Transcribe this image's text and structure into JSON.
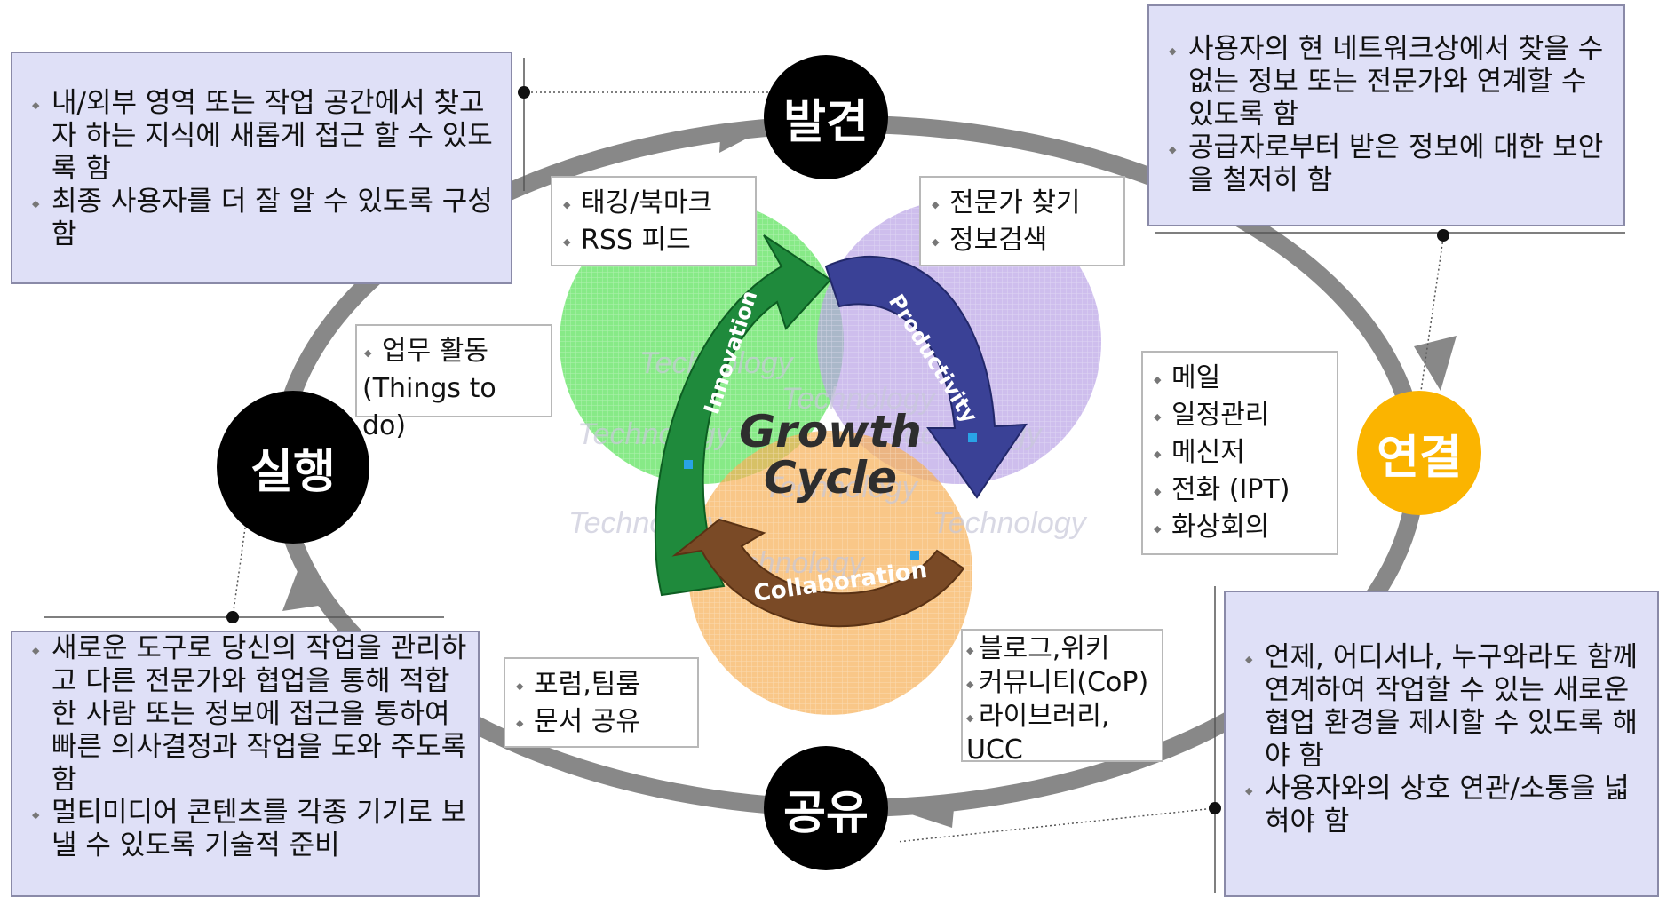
{
  "colors": {
    "node_dark": "#000000",
    "node_highlight": "#fbb400",
    "ring": "#888888",
    "box_fill": "#dfe0f7",
    "box_border": "#8a8aa8",
    "circle_innovation": "#5fe35f",
    "circle_productivity": "#b9a3e6",
    "circle_collaboration": "#f7b15a"
  },
  "nodes": {
    "discover": "발견",
    "connect": "연결",
    "share": "공유",
    "execute": "실행"
  },
  "center": {
    "title_line1": "Growth",
    "title_line2": "Cycle",
    "innovation": "Innovation",
    "productivity": "Productivity",
    "collaboration": "Collaboration",
    "watermark": "Technology"
  },
  "boxes": {
    "top_left": [
      "내/외부 영역 또는 작업 공간에서 찾고자 하는 지식에 새롭게 접근 할 수 있도록 함",
      "최종 사용자를 더 잘 알 수 있도록 구성 함"
    ],
    "top_right": [
      "사용자의 현 네트워크상에서 찾을 수 없는 정보 또는 전문가와 연계할 수 있도록 함",
      "공급자로부터 받은 정보에 대한 보안을 철저히 함"
    ],
    "bottom_left": [
      "새로운 도구로 당신의 작업을 관리하고 다른 전문가와 협업을 통해 적합한 사람 또는 정보에 접근을 통하여 빠른 의사결정과 작업을 도와 주도록 함",
      "멀티미디어 콘텐츠를 각종 기기로 보낼 수 있도록 기술적 준비"
    ],
    "bottom_right": [
      "언제, 어디서나, 누구와라도 함께 연계하여 작업할 수 있는 새로운 협업 환경을 제시할 수 있도록 해야 함",
      "사용자와의 상호 연관/소통을 넓혀야 함"
    ]
  },
  "tools": {
    "tagging": [
      "태깅/북마크",
      "RSS 피드"
    ],
    "search": [
      "전문가 찾기",
      "정보검색"
    ],
    "tasks": [
      "업무 활동",
      "(Things to do)"
    ],
    "communication": [
      "메일",
      "일정관리",
      "메신저",
      "전화 (IPT)",
      "화상회의"
    ],
    "forum": [
      "포럼,팀룸",
      "문서 공유"
    ],
    "community": [
      "블로그,위키",
      "커뮤니티(CoP)",
      "라이브러리,",
      "UCC"
    ]
  }
}
